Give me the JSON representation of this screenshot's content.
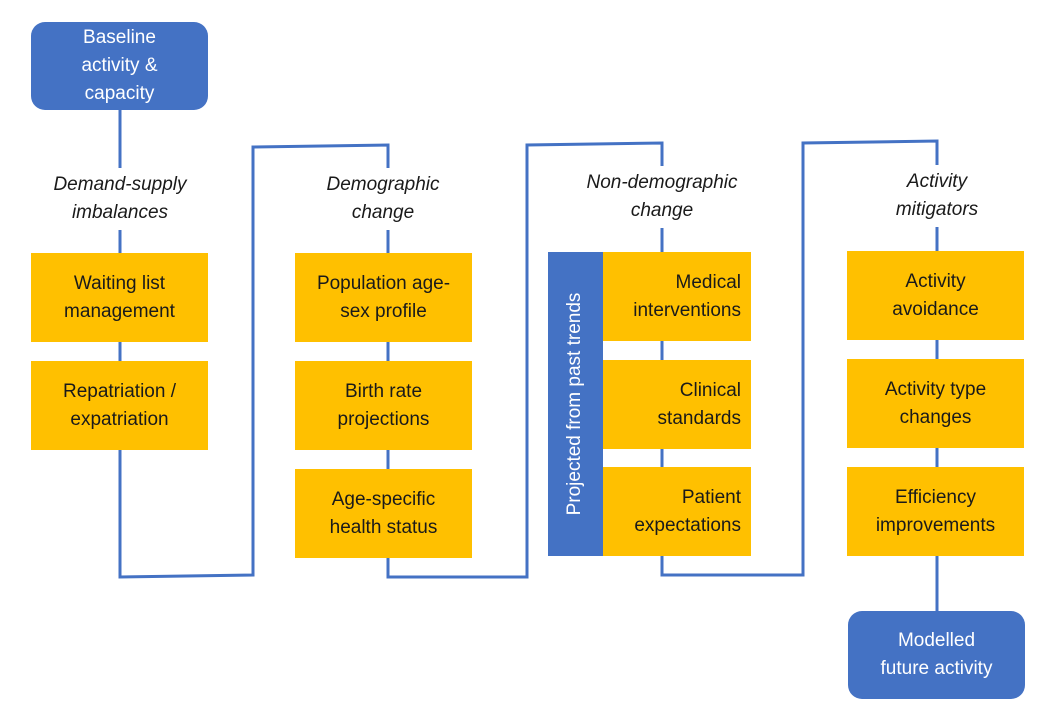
{
  "start": "Baseline\nactivity &\ncapacity",
  "end": "Modelled\nfuture activity",
  "sections": [
    {
      "heading": "Demand-supply\nimbalances",
      "items": [
        "Waiting list\nmanagement",
        "Repatriation /\nexpatriation"
      ]
    },
    {
      "heading": "Demographic\nchange",
      "items": [
        "Population age-\nsex profile",
        "Birth rate\nprojections",
        "Age-specific\nhealth status"
      ]
    },
    {
      "heading": "Non-demographic\nchange",
      "items": [
        "Medical\ninterventions",
        "Clinical\nstandards",
        "Patient\nexpectations"
      ],
      "side_label": "Projected from past trends"
    },
    {
      "heading": "Activity\nmitigators",
      "items": [
        "Activity\navoidance",
        "Activity type\nchanges",
        "Efficiency\nimprovements"
      ]
    }
  ],
  "colors": {
    "connector": "#4472c4",
    "terminal": "#4472c4",
    "box": "#ffc000"
  }
}
